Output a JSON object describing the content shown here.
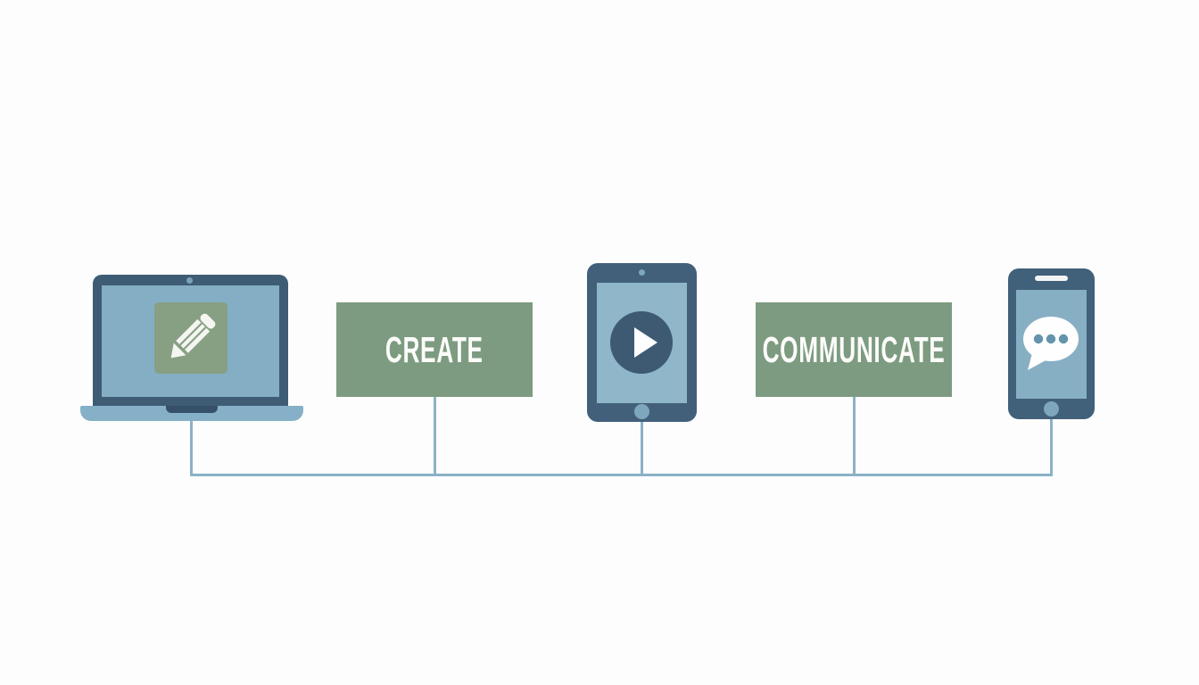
{
  "diagram": {
    "description": "devices-workflow-diagram",
    "colors": {
      "background": "#fdfdfd",
      "device_frame": "#41607a",
      "device_frame_dark": "#35516a",
      "laptop_screen": "#84aec4",
      "tablet_screen": "#8fb6c9",
      "phone_screen": "#87afc4",
      "laptop_base": "#85b0c7",
      "box_green": "#7d9b80",
      "tile_green": "#87a083",
      "connector_blue": "#8ab2c6",
      "play_circle_blue": "#3e5a73",
      "chat_dots_blue": "#6493ad",
      "label_text": "#fcfcfa"
    },
    "nodes": [
      {
        "kind": "device",
        "device": "laptop",
        "icon": "pencil-icon"
      },
      {
        "kind": "label",
        "text": "CREATE"
      },
      {
        "kind": "device",
        "device": "tablet",
        "icon": "play-icon"
      },
      {
        "kind": "label",
        "text": "COMMUNICATE"
      },
      {
        "kind": "device",
        "device": "smartphone",
        "icon": "chat-bubble-icon"
      }
    ]
  }
}
